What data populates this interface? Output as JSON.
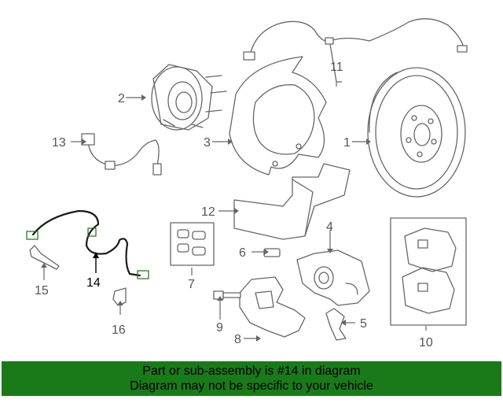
{
  "diagram": {
    "callouts": [
      {
        "id": "1",
        "text": "1"
      },
      {
        "id": "2",
        "text": "2"
      },
      {
        "id": "3",
        "text": "3"
      },
      {
        "id": "4",
        "text": "4"
      },
      {
        "id": "5",
        "text": "5"
      },
      {
        "id": "6",
        "text": "6"
      },
      {
        "id": "7",
        "text": "7"
      },
      {
        "id": "8",
        "text": "8"
      },
      {
        "id": "9",
        "text": "9"
      },
      {
        "id": "10",
        "text": "10"
      },
      {
        "id": "11",
        "text": "11"
      },
      {
        "id": "12",
        "text": "12"
      },
      {
        "id": "13",
        "text": "13"
      },
      {
        "id": "14",
        "text": "14"
      },
      {
        "id": "15",
        "text": "15"
      },
      {
        "id": "16",
        "text": "16"
      }
    ],
    "highlighted_part": "14",
    "colors": {
      "line": "#666666",
      "highlight": "#1a1a1a",
      "banner_bg": "#1a7a1a",
      "banner_text": "#000000"
    }
  },
  "banner": {
    "line1": "Part or sub-assembly is #14 in diagram",
    "line2": "Diagram may not be specific to your vehicle"
  }
}
